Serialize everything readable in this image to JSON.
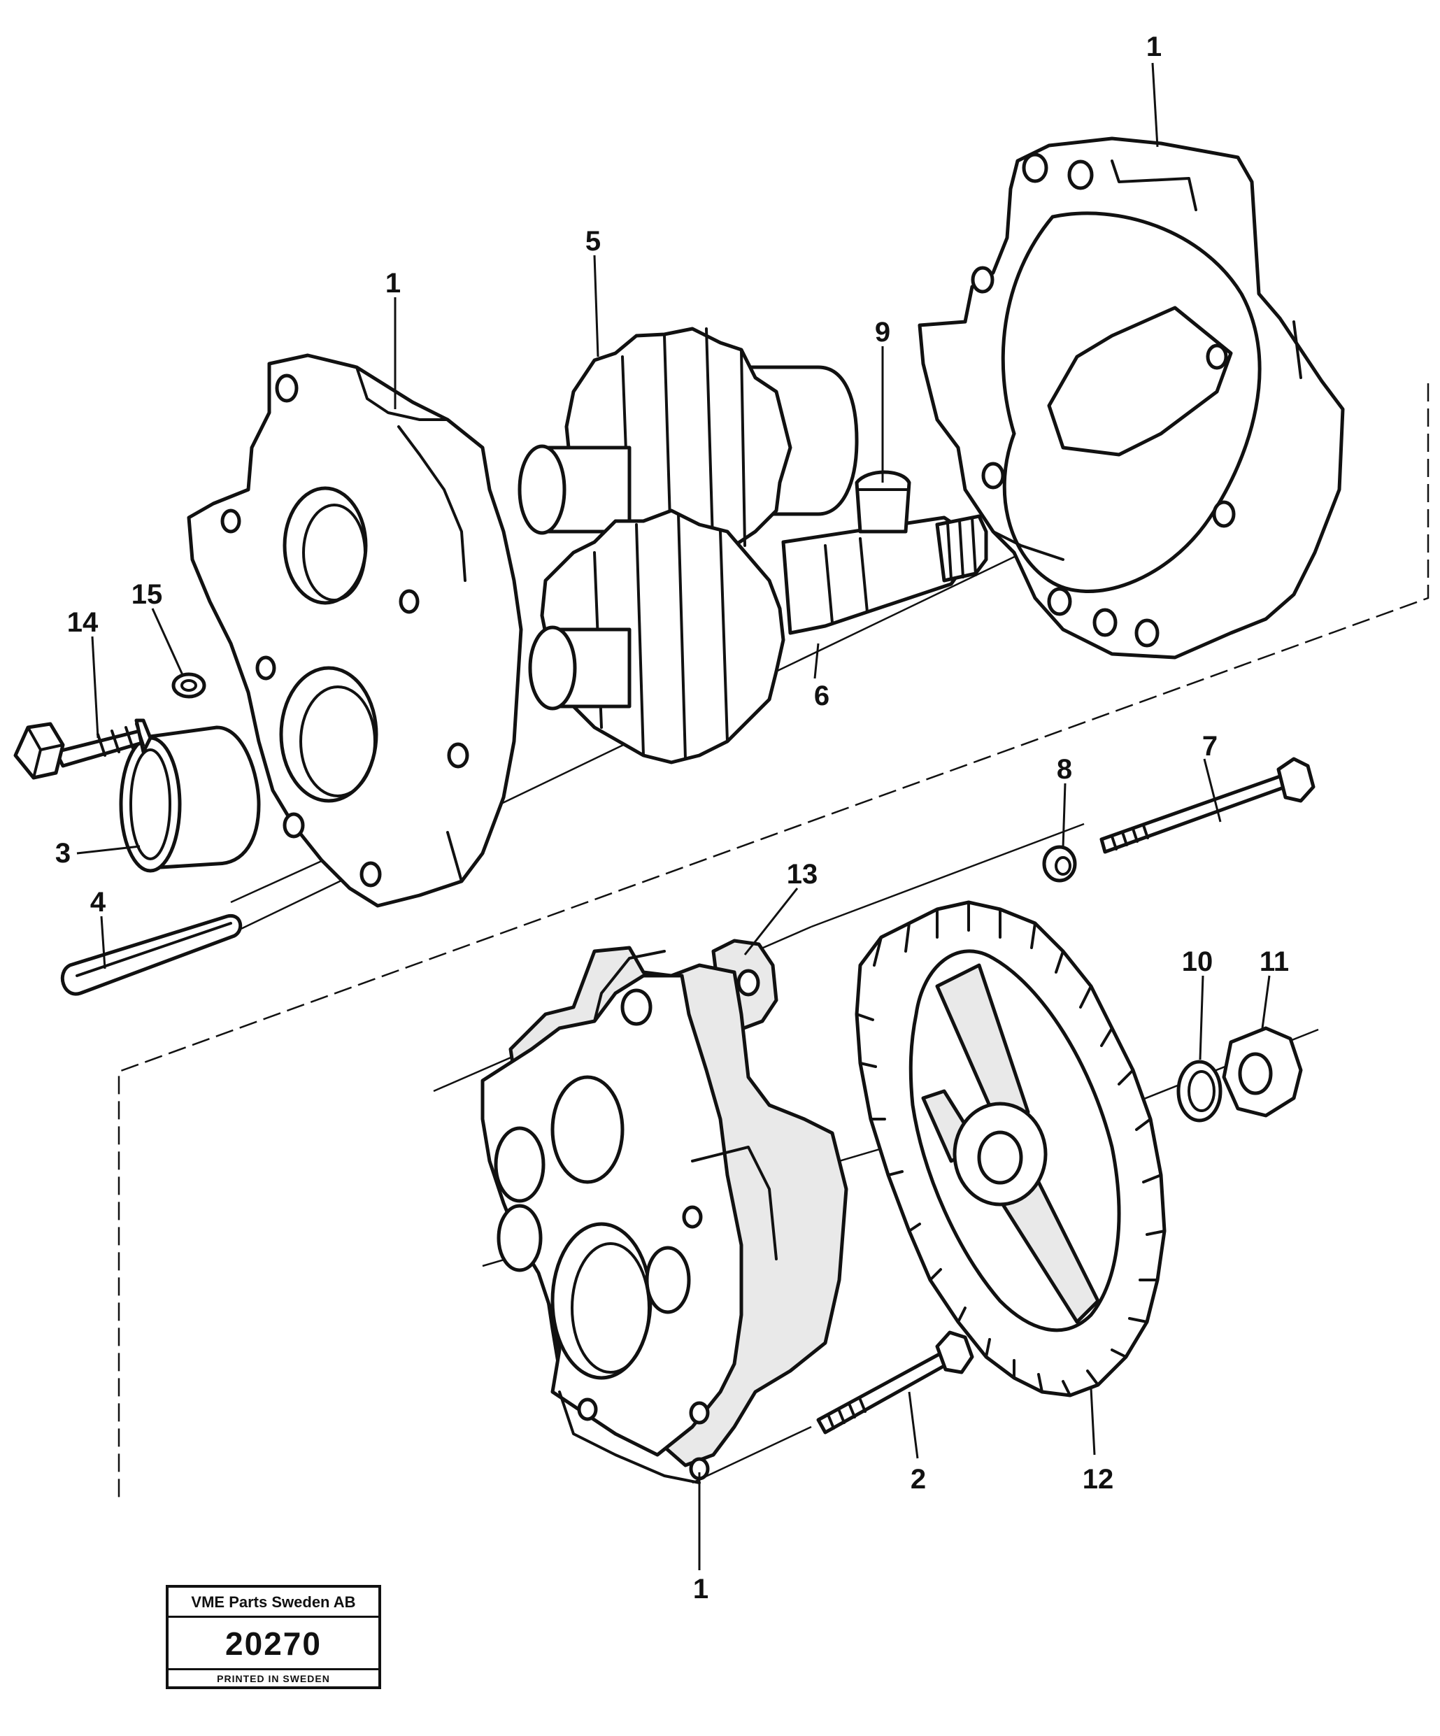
{
  "callouts": {
    "c1_top": "1",
    "c1_left": "1",
    "c1_bottom": "1",
    "c2": "2",
    "c3": "3",
    "c4": "4",
    "c5": "5",
    "c6": "6",
    "c7": "7",
    "c8": "8",
    "c9": "9",
    "c10": "10",
    "c11": "11",
    "c12": "12",
    "c13": "13",
    "c14": "14",
    "c15": "15"
  },
  "stamp": {
    "company": "VME Parts Sweden AB",
    "number": "20270",
    "printed": "PRINTED IN SWEDEN"
  }
}
